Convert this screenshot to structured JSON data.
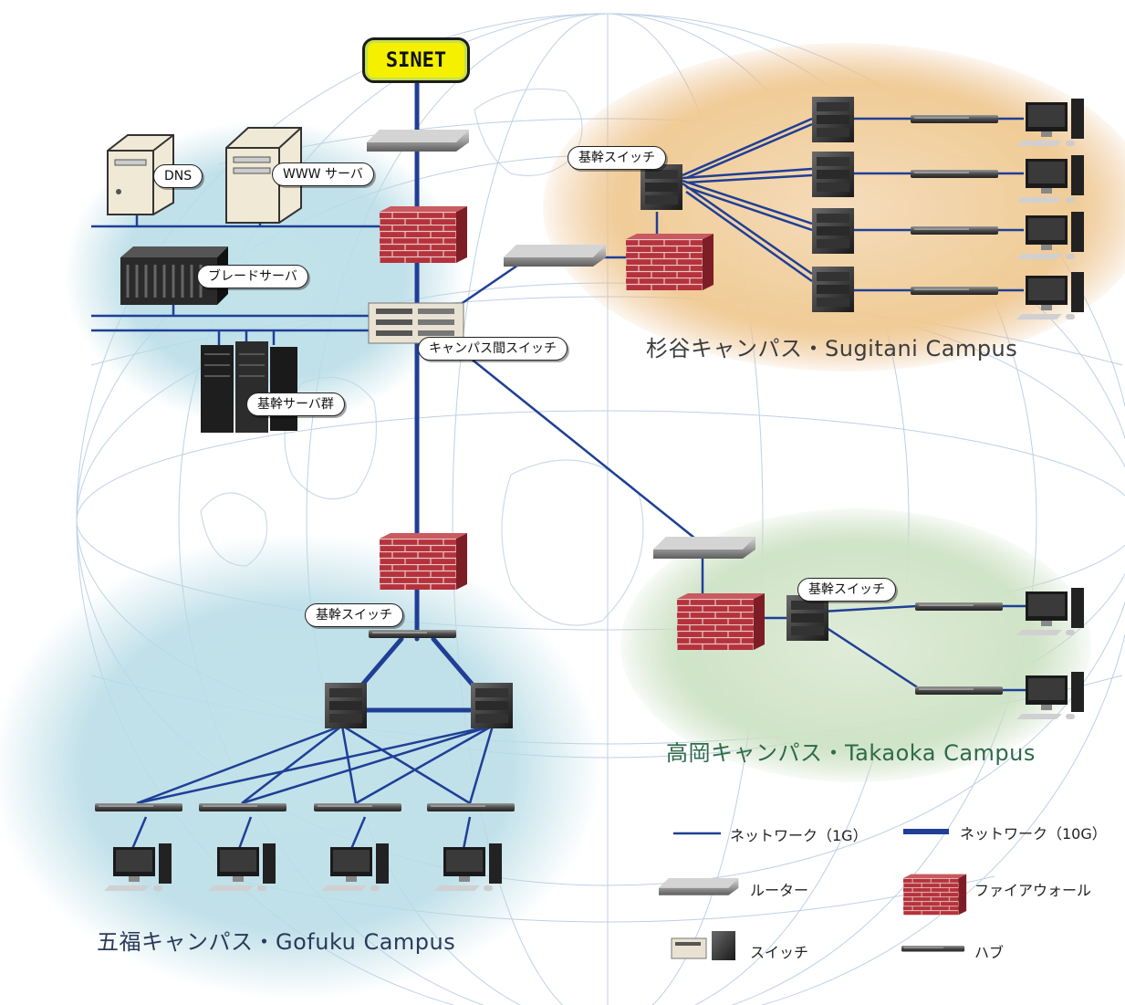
{
  "network": {
    "sinet": "SINET",
    "labels": {
      "dns": "DNS",
      "www": "WWW サーバ",
      "blade": "ブレードサーバ",
      "intercampus": "キャンパス間スイッチ",
      "core_servers": "基幹サーバ群",
      "sugitani_core": "基幹スイッチ",
      "gofuku_core": "基幹スイッチ",
      "takaoka_core": "基幹スイッチ"
    },
    "campuses": {
      "sugitani": "杉谷キャンパス・Sugitani Campus",
      "takaoka": "高岡キャンパス・Takaoka Campus",
      "gofuku": "五福キャンパス・Gofuku Campus"
    },
    "colors": {
      "link": "#1f3f96",
      "gofuku_zone": "#b9dde6",
      "sugitani_zone": "#f0c48a",
      "takaoka_zone": "#cfe3c6",
      "sugitani_text": "#3c3c3c",
      "takaoka_text": "#2e6a4a",
      "gofuku_text": "#2a3a5a"
    }
  },
  "legend": {
    "net_1g": "ネットワーク（1G）",
    "net_10g": "ネットワーク（10G）",
    "router": "ルーター",
    "firewall": "ファイアウォール",
    "switch": "スイッチ",
    "hub": "ハブ"
  }
}
